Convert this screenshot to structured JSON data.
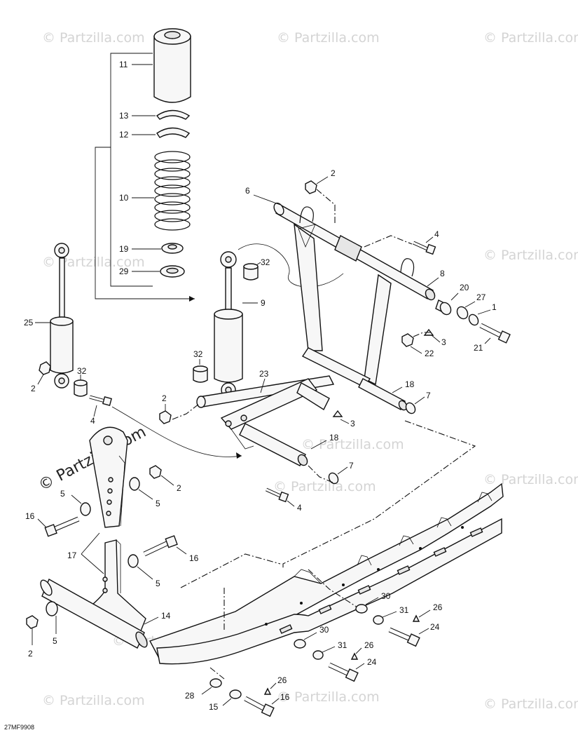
{
  "watermark": {
    "text": "© Partzilla.com",
    "prominent_text": "© Partzilla.com"
  },
  "figure_code": "27MF9908",
  "callouts": {
    "c11": "11",
    "c13": "13",
    "c12": "12",
    "c10": "10",
    "c19": "19",
    "c29": "29",
    "c25": "25",
    "c2a": "2",
    "c32a": "32",
    "c4a": "4",
    "c32b": "32",
    "c9": "9",
    "c32c": "32",
    "c23": "23",
    "c2b": "2",
    "c6": "6",
    "c4b": "4",
    "c8": "8",
    "c20": "20",
    "c27": "27",
    "c1": "1",
    "c21": "21",
    "c3a": "3",
    "c22": "22",
    "c18a": "18",
    "c7a": "7",
    "c2c": "2",
    "c3b": "3",
    "c18b": "18",
    "c7b": "7",
    "c4c": "4",
    "c5a": "5",
    "c2d": "2",
    "c5b": "5",
    "c16a": "16",
    "c17": "17",
    "c16b": "16",
    "c5c": "5",
    "c14": "14",
    "c5d": "5",
    "c2e": "2",
    "c30a": "30",
    "c26a": "26",
    "c31a": "31",
    "c24a": "24",
    "c30b": "30",
    "c26b": "26",
    "c31b": "31",
    "c24b": "24",
    "c26c": "26",
    "c28": "28",
    "c15": "15",
    "c16c": "16"
  }
}
